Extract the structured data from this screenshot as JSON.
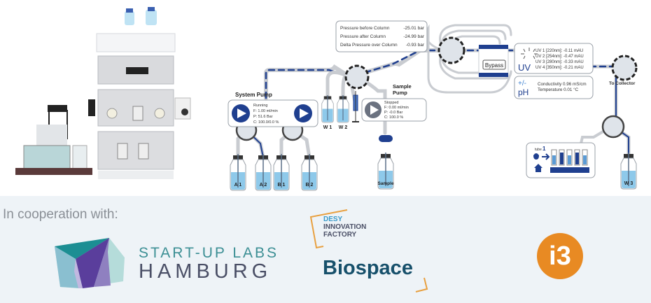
{
  "diagram": {
    "pressure_panel": {
      "rows": [
        {
          "label": "Pressure before Column",
          "value": "-25.01 bar"
        },
        {
          "label": "Pressure after Column",
          "value": "-24.99 bar"
        },
        {
          "label": "Delta Pressure over Column",
          "value": "-0.93 bar"
        }
      ]
    },
    "system_pump": {
      "title": "System Pump",
      "status": "Running",
      "flow": "F: 1.00 ml/min",
      "pressure": "P: 51.6  Bar",
      "composition": "C: 100.0/0.0 %"
    },
    "sample_pump": {
      "title_line1": "Sample",
      "title_line2": "Pump",
      "status": "Stopped",
      "flow": "F: 0.00 ml/min",
      "pressure": "P: -0.0  Bar",
      "composition": "C: 100.0 %"
    },
    "uv_panel": {
      "label": "UV",
      "rows": [
        "UV 1 [220nm]: -0.11 mAU",
        "UV 2 [254nm]: -0.47 mAU",
        "UV 3 [280nm]: -0.33 mAU",
        "UV 4 [350nm]: -0.21 mAU"
      ]
    },
    "ph_panel": {
      "symbol_top": "+/-",
      "symbol_bottom": "pH",
      "conductivity": "Conductivity  0.96 mS/cm",
      "temperature": "Temperature 0.01 °C"
    },
    "bypass_label": "Bypass",
    "to_collector_label": "To Collector",
    "fraction_collector": {
      "tube_label": "tube",
      "tube_number": "1"
    },
    "bottles": [
      "A 1",
      "A 2",
      "B 1",
      "B 2",
      "W 1",
      "W 2",
      "Sample",
      "W 3"
    ],
    "colors": {
      "accent": "#1f3f8f",
      "liquid": "#8ec9ea",
      "tubing": "#c9ccd1"
    }
  },
  "footer": {
    "cooperation_text": "In cooperation with:",
    "startup_labs_line1": "START-UP LABS",
    "startup_labs_line2": "HAMBURG",
    "desy_line1": "DESY",
    "desy_line2": "INNOVATION",
    "desy_line3": "FACTORY",
    "biospace": "Biospace",
    "i3": "i3"
  }
}
